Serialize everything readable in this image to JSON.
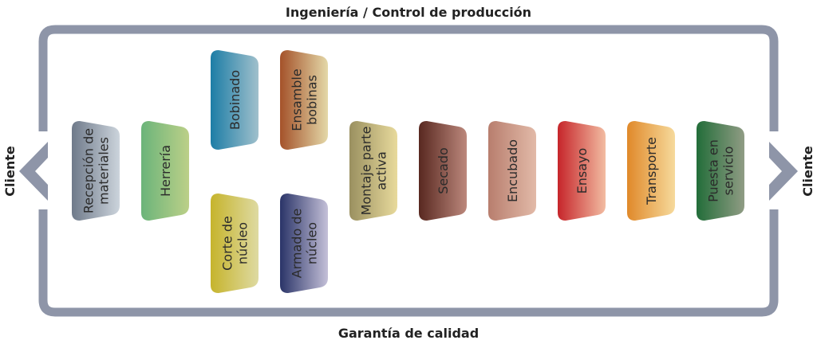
{
  "top_label": "Ingeniería / Control de producción",
  "bottom_label": "Garantía de calidad",
  "left_label": "Cliente",
  "right_label": "Cliente",
  "frame_color": "#8e95a8",
  "steps": [
    {
      "id": "recepcion",
      "lines": [
        "Recepción de",
        "materiales"
      ],
      "c1": "#6f7a8a",
      "c2": "#ccd4dc"
    },
    {
      "id": "herreria",
      "lines": [
        "Herrería"
      ],
      "c1": "#6bb47a",
      "c2": "#bcd088"
    },
    {
      "id": "bobinado",
      "lines": [
        "Bobinado"
      ],
      "c1": "#1c7da6",
      "c2": "#a0c0cc"
    },
    {
      "id": "ensamble",
      "lines": [
        "Ensamble",
        "bobinas"
      ],
      "c1": "#a4522a",
      "c2": "#e4d8a8"
    },
    {
      "id": "corte",
      "lines": [
        "Corte de",
        "núcleo"
      ],
      "c1": "#c6b42c",
      "c2": "#dedaa2"
    },
    {
      "id": "armado",
      "lines": [
        "Armado de",
        "núcleo"
      ],
      "c1": "#2a3468",
      "c2": "#c4c0d8"
    },
    {
      "id": "montaje",
      "lines": [
        "Montaje parte",
        "activa"
      ],
      "c1": "#9a9060",
      "c2": "#e8da9c"
    },
    {
      "id": "secado",
      "lines": [
        "Secado"
      ],
      "c1": "#582820",
      "c2": "#bc887c"
    },
    {
      "id": "encubado",
      "lines": [
        "Encubado"
      ],
      "c1": "#b87e6e",
      "c2": "#e2baa8"
    },
    {
      "id": "ensayo",
      "lines": [
        "Ensayo"
      ],
      "c1": "#c6252a",
      "c2": "#f2bca2"
    },
    {
      "id": "transporte",
      "lines": [
        "Transporte"
      ],
      "c1": "#e0892a",
      "c2": "#f6da9c"
    },
    {
      "id": "puesta",
      "lines": [
        "Puesta en",
        "servicio"
      ],
      "c1": "#226d39",
      "c2": "#909c84"
    }
  ]
}
